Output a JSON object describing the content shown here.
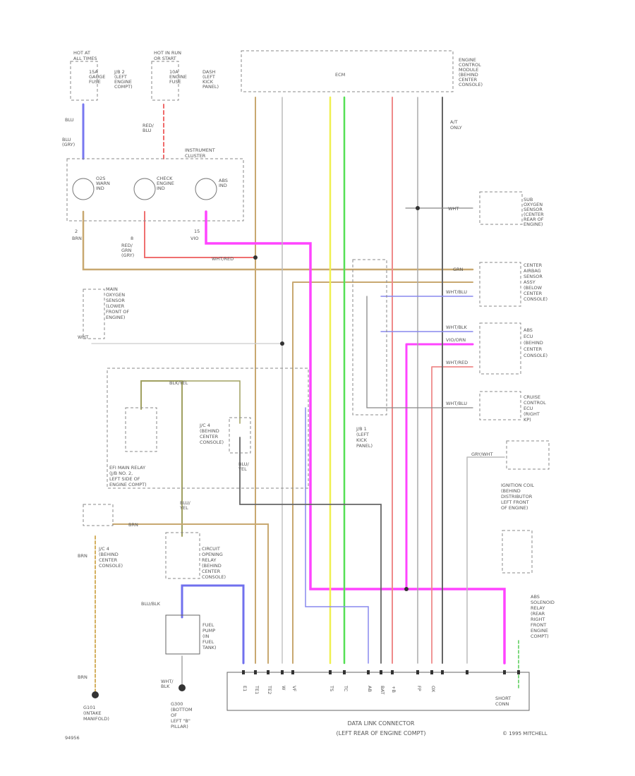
{
  "components": {
    "hot_at_all_times": [
      "HOT AT",
      "ALL TIMES"
    ],
    "fuse_15a_1": [
      "15A",
      "GAUGE",
      "FUSE"
    ],
    "j_b2": [
      "J/B 2",
      "(LEFT",
      "ENGINE",
      "COMPT)"
    ],
    "hot_run_start": [
      "HOT IN RUN",
      "OR START"
    ],
    "fuse_10a": [
      "10A",
      "ENGINE",
      "FUSE"
    ],
    "engine_ecm": [
      "ENGINE",
      "CONTROL",
      "MODULE",
      "(BEHIND",
      "CENTER",
      "CONSOLE)"
    ],
    "ecm_label": [
      "ECM"
    ],
    "dash_panel": [
      "DASH",
      "(LEFT",
      "KICK",
      "PANEL)"
    ],
    "at_only": [
      "A/T",
      "ONLY"
    ],
    "instrument_cluster": [
      "INSTRUMENT",
      "CLUSTER"
    ],
    "cluster_lamps": [
      [
        "O2S",
        "WARN",
        "IND"
      ],
      [
        "CHECK",
        "ENGINE",
        "IND"
      ],
      [
        "ABS",
        "IND"
      ]
    ],
    "sub_oxygen_sensor": [
      "SUB",
      "OXYGEN",
      "SENSOR",
      "(CENTER",
      "REAR OF",
      "ENGINE)"
    ],
    "airbag_sensor": [
      "CENTER",
      "AIRBAG",
      "SENSOR",
      "ASSY",
      "(BELOW",
      "CENTER",
      "CONSOLE)"
    ],
    "abs_ecu": [
      "ABS",
      "ECU",
      "(BEHIND",
      "CENTER",
      "CONSOLE)"
    ],
    "main_oxygen_sensor": [
      "MAIN",
      "OXYGEN",
      "SENSOR",
      "(LOWER",
      "FRONT OF",
      "ENGINE)"
    ],
    "efi_main_relay": [
      "EFI MAIN RELAY",
      "(J/B NO. 2,",
      "LEFT SIDE OF",
      "ENGINE COMPT)"
    ],
    "jc4_mid": [
      "J/C 4",
      "(BEHIND",
      "CENTER",
      "CONSOLE)"
    ],
    "jb1": [
      "J/B 1",
      "(LEFT",
      "KICK",
      "PANEL)"
    ],
    "cruise_ecu": [
      "CRUISE",
      "CONTROL",
      "ECU",
      "(RIGHT",
      "KP)"
    ],
    "ignition_coil": [
      "IGNITION COIL",
      "(BEHIND",
      "DISTRIBUTOR",
      "LEFT FRONT",
      "OF ENGINE)"
    ],
    "jc4_left": [
      "J/C 4",
      "(BEHIND",
      "CENTER",
      "CONSOLE)"
    ],
    "circuit_opening_relay": [
      "CIRCUIT",
      "OPENING",
      "RELAY",
      "(BEHIND",
      "CENTER",
      "CONSOLE)"
    ],
    "fuel_pump": [
      "FUEL",
      "PUMP",
      "(IN",
      "FUEL",
      "TANK)"
    ],
    "abs_solenoid_relay": [
      "ABS",
      "SOLENOID",
      "RELAY",
      "(REAR",
      "RIGHT",
      "FRONT",
      "ENGINE",
      "COMPT)"
    ],
    "g101": [
      "G101",
      "(INTAKE",
      "MANIFOLD)"
    ],
    "g_other": [
      "G300",
      "(BOTTOM",
      "OF",
      "LEFT \"B\"",
      "PILLAR)"
    ],
    "short_conn": [
      "SHORT",
      "CONN"
    ],
    "data_link_connector": "DATA LINK CONNECTOR",
    "data_link_location": "(LEFT REAR OF ENGINE COMPT)"
  },
  "wire_labels": {
    "blu": "BLU",
    "blu_grn": [
      "BLU",
      "(GRY)"
    ],
    "red_blu": [
      "RED/",
      "BLU"
    ],
    "brn": "BRN",
    "red_grn": [
      "RED/",
      "GRN",
      "(GRY)"
    ],
    "vio": "VIO",
    "pin_ids": [
      "2",
      "15",
      "8"
    ],
    "wht": "WHT",
    "blk_yel": "BLK/YEL",
    "blu_yel": [
      "BLU/",
      "YEL"
    ],
    "blu_blk": "BLU/BLK",
    "wht_blk": [
      "WHT/",
      "BLK"
    ],
    "grn": "GRN",
    "brn2": "BRN",
    "brn3": "BRN",
    "wht_red": "WHT/RED",
    "right": [
      "WHT",
      "WHT/BLU",
      "WHT/BLK",
      "VIO/ORN",
      "WHT/RED",
      "WHT/BLU",
      "GRY/WHT"
    ],
    "pin_numbers": [
      "E1",
      "TE1",
      "TE2",
      "W",
      "VF",
      "TS",
      "TC",
      "AB",
      "BAT",
      "+B",
      "FP",
      "OX"
    ]
  },
  "footer": "© 1995 MITCHELL",
  "side_code": "94956",
  "colors": {
    "tan": "#c8a870",
    "magenta": "#ff44ff",
    "yellow": "#f0f050",
    "green": "#55e055",
    "pink": "#ef8a8a",
    "blue": "#7878f0",
    "gray": "#888888",
    "darkgray": "#555555"
  }
}
